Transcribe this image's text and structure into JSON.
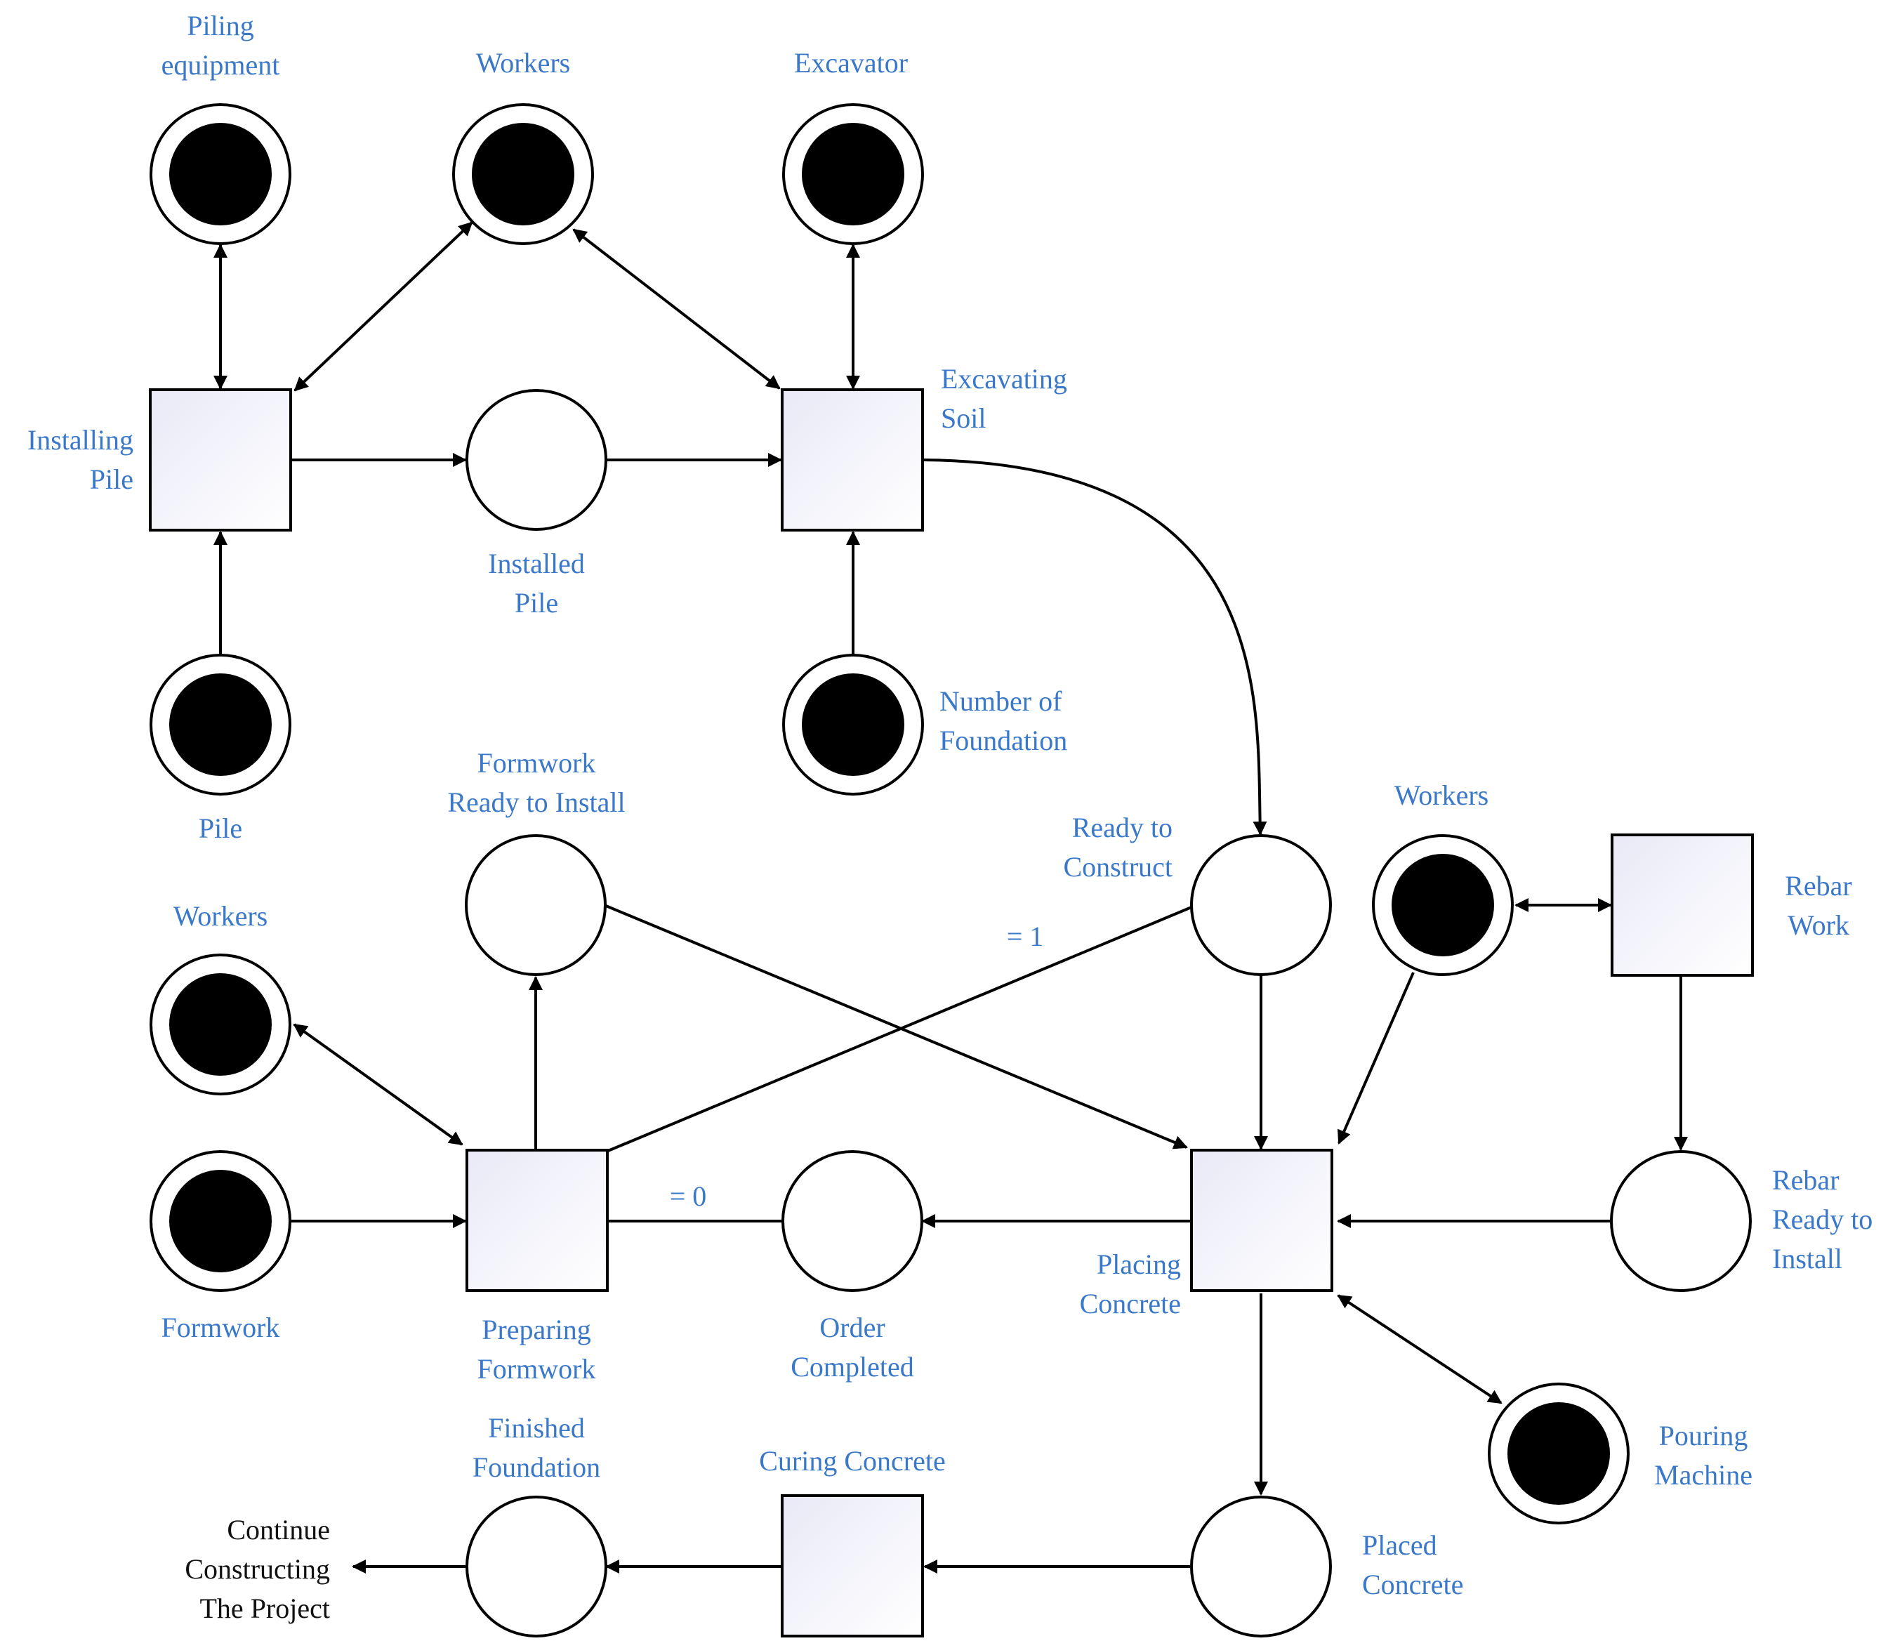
{
  "colors": {
    "label": "#3a78c9",
    "black_label": "#111111",
    "stroke": "#000000",
    "token": "#000000",
    "transition_fill_start": "#e9e9f7",
    "transition_fill_end": "#ffffff"
  },
  "places": {
    "piling_equipment": {
      "label": [
        "Piling",
        "equipment"
      ],
      "tokens": 1
    },
    "workers_top": {
      "label": [
        "Workers"
      ],
      "tokens": 1
    },
    "excavator": {
      "label": [
        "Excavator"
      ],
      "tokens": 1
    },
    "installed_pile": {
      "label": [
        "Installed",
        "Pile"
      ],
      "tokens": 0
    },
    "pile": {
      "label": [
        "Pile"
      ],
      "tokens": 1
    },
    "number_of_foundation": {
      "label": [
        "Number of",
        "Foundation"
      ],
      "tokens": 1
    },
    "formwork_ready": {
      "label": [
        "Formwork",
        "Ready to Install"
      ],
      "tokens": 0
    },
    "ready_to_construct": {
      "label": [
        "Ready to",
        "Construct"
      ],
      "tokens": 0
    },
    "workers_right": {
      "label": [
        "Workers"
      ],
      "tokens": 1
    },
    "workers_left": {
      "label": [
        "Workers"
      ],
      "tokens": 1
    },
    "formwork": {
      "label": [
        "Formwork"
      ],
      "tokens": 1
    },
    "order_completed": {
      "label": [
        "Order",
        "Completed"
      ],
      "tokens": 0
    },
    "rebar_ready": {
      "label": [
        "Rebar",
        "Ready to",
        "Install"
      ],
      "tokens": 0
    },
    "pouring_machine": {
      "label": [
        "Pouring",
        "Machine"
      ],
      "tokens": 1
    },
    "finished_foundation": {
      "label": [
        "Finished",
        "Foundation"
      ],
      "tokens": 0
    },
    "placed_concrete": {
      "label": [
        "Placed",
        "Concrete"
      ],
      "tokens": 0
    }
  },
  "transitions": {
    "installing_pile": {
      "label": [
        "Installing",
        "Pile"
      ]
    },
    "excavating_soil": {
      "label": [
        "Excavating",
        "Soil"
      ]
    },
    "rebar_work": {
      "label": [
        "Rebar",
        "Work"
      ]
    },
    "preparing_formwork": {
      "label": [
        "Preparing",
        "Formwork"
      ]
    },
    "placing_concrete": {
      "label": [
        "Placing",
        "Concrete"
      ]
    },
    "curing_concrete": {
      "label": [
        "Curing Concrete"
      ]
    }
  },
  "guards": {
    "eq1": "= 1",
    "eq0": "= 0"
  },
  "continue_label": [
    "Continue",
    "Constructing",
    "The Project"
  ]
}
